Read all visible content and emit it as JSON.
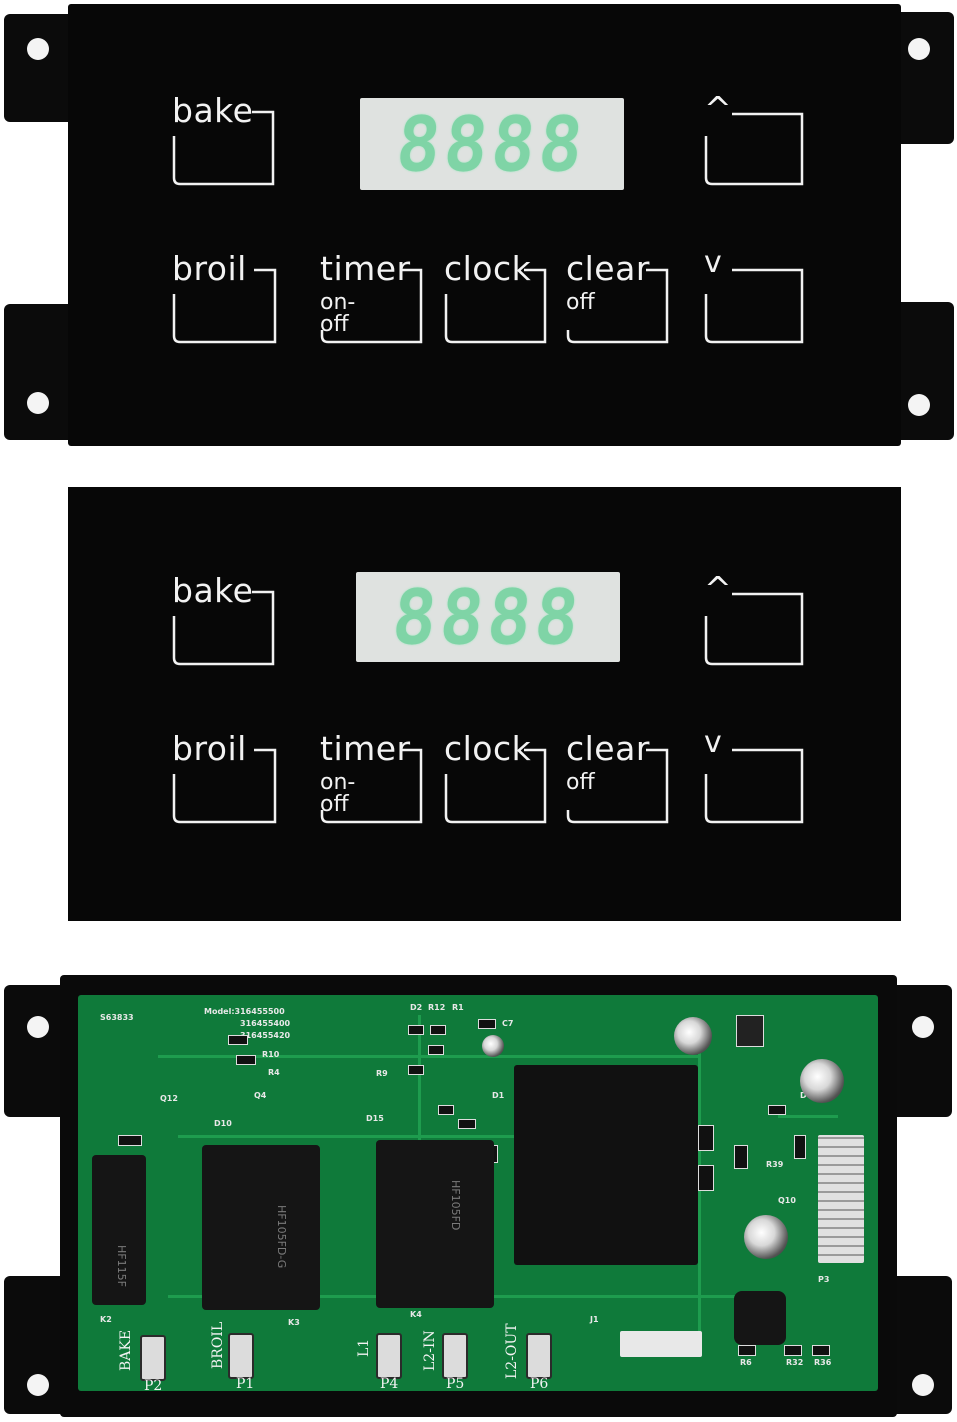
{
  "panel": {
    "buttons": {
      "bake": "bake",
      "broil": "broil",
      "timer": "timer",
      "timer_sub": "on-off",
      "clock": "clock",
      "clear": "clear",
      "clear_sub": "off",
      "up": "^",
      "down": "v"
    },
    "display": "8888"
  },
  "pcb": {
    "board_id": "S63833",
    "model_line1": "Model:316455500",
    "model_line2": "316455400",
    "model_line3": "316455420",
    "terminals": [
      "BAKE",
      "BROIL",
      "L1",
      "L2-IN",
      "L2-OUT"
    ],
    "terminal_ids": [
      "P2",
      "P1",
      "P4",
      "P5",
      "P6"
    ],
    "relay_text_1": "HF115F",
    "relay_text_2": "HF105FD-G",
    "relay_text_3": "HF105FD",
    "ref_labels": {
      "d2": "D2",
      "r12": "R12",
      "r1": "R1",
      "c7": "C7",
      "r10": "R10",
      "r4": "R4",
      "q4": "Q4",
      "d10": "D10",
      "q12": "Q12",
      "r9": "R9",
      "d15": "D15",
      "d1": "D1",
      "k2": "K2",
      "k3": "K3",
      "k4": "K4",
      "j1": "J1",
      "p3": "P3",
      "r6": "R6",
      "r32": "R32",
      "r36": "R36",
      "q10": "Q10",
      "r39": "R39",
      "d6": "D6"
    }
  },
  "colors": {
    "panel": "#070707",
    "lcd_bg": "#dfe2e0",
    "lcd_digit": "#7fd4a6",
    "pcb_green": "#0f7a3a"
  }
}
